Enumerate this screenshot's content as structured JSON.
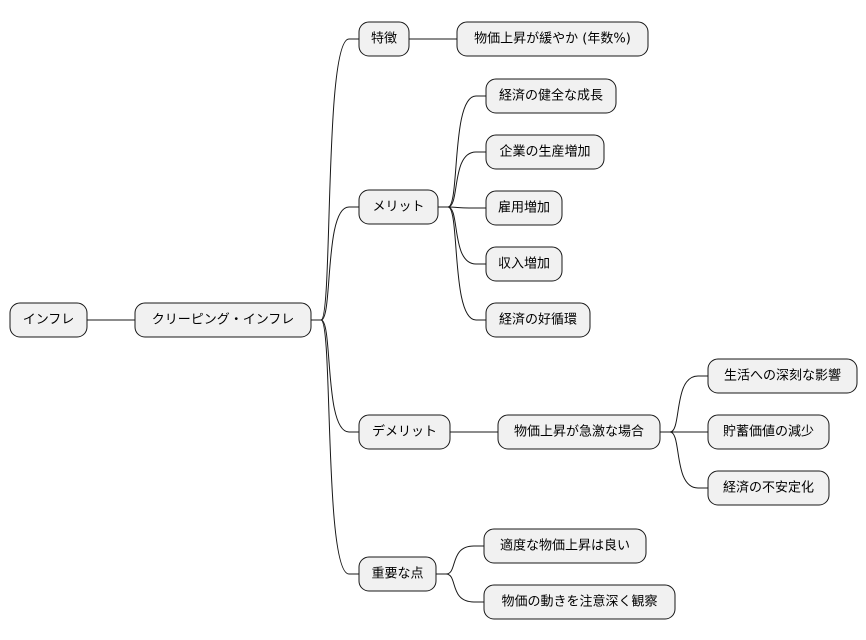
{
  "diagram": {
    "type": "mindmap",
    "nodes": {
      "root": "インフレ",
      "main": "クリーピング・インフレ",
      "features": "特徴",
      "features_detail": "物価上昇が緩やか (年数%)",
      "merits": "メリット",
      "merit_1": "経済の健全な成長",
      "merit_2": "企業の生産増加",
      "merit_3": "雇用増加",
      "merit_4": "収入増加",
      "merit_5": "経済の好循環",
      "demerits": "デメリット",
      "demerit_case": "物価上昇が急激な場合",
      "demerit_1": "生活への深刻な影響",
      "demerit_2": "貯蓄価値の減少",
      "demerit_3": "経済の不安定化",
      "important": "重要な点",
      "important_1": "適度な物価上昇は良い",
      "important_2": "物価の動きを注意深く観察"
    },
    "edges": [
      [
        "root",
        "main"
      ],
      [
        "main",
        "features"
      ],
      [
        "main",
        "merits"
      ],
      [
        "main",
        "demerits"
      ],
      [
        "main",
        "important"
      ],
      [
        "features",
        "features_detail"
      ],
      [
        "merits",
        "merit_1"
      ],
      [
        "merits",
        "merit_2"
      ],
      [
        "merits",
        "merit_3"
      ],
      [
        "merits",
        "merit_4"
      ],
      [
        "merits",
        "merit_5"
      ],
      [
        "demerits",
        "demerit_case"
      ],
      [
        "demerit_case",
        "demerit_1"
      ],
      [
        "demerit_case",
        "demerit_2"
      ],
      [
        "demerit_case",
        "demerit_3"
      ],
      [
        "important",
        "important_1"
      ],
      [
        "important",
        "important_2"
      ]
    ]
  }
}
